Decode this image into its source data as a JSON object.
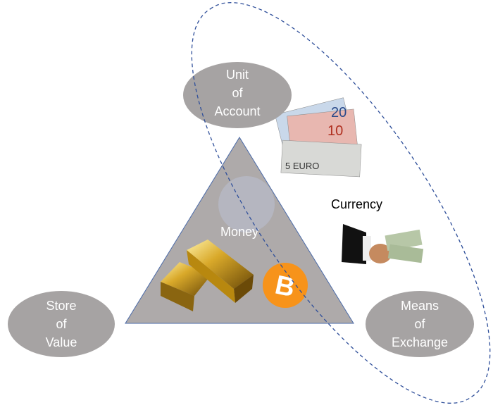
{
  "center": {
    "label": "Money"
  },
  "nodes": {
    "unit_of_account": [
      "Unit",
      "of",
      "Account"
    ],
    "store_of_value": [
      "Store",
      "of",
      "Value"
    ],
    "means_of_exchange": [
      "Means",
      "of",
      "Exchange"
    ]
  },
  "currency_label": "Currency",
  "images": {
    "banknotes": [
      "20",
      "10",
      "5 EURO"
    ],
    "bitcoin_symbol": "B"
  },
  "colors": {
    "node_fill": "#a6a3a3",
    "triangle_fill": "#aeaaaa",
    "dash": "#2f4f9a",
    "bitcoin": "#f7931a",
    "gold": "#c9a028"
  }
}
